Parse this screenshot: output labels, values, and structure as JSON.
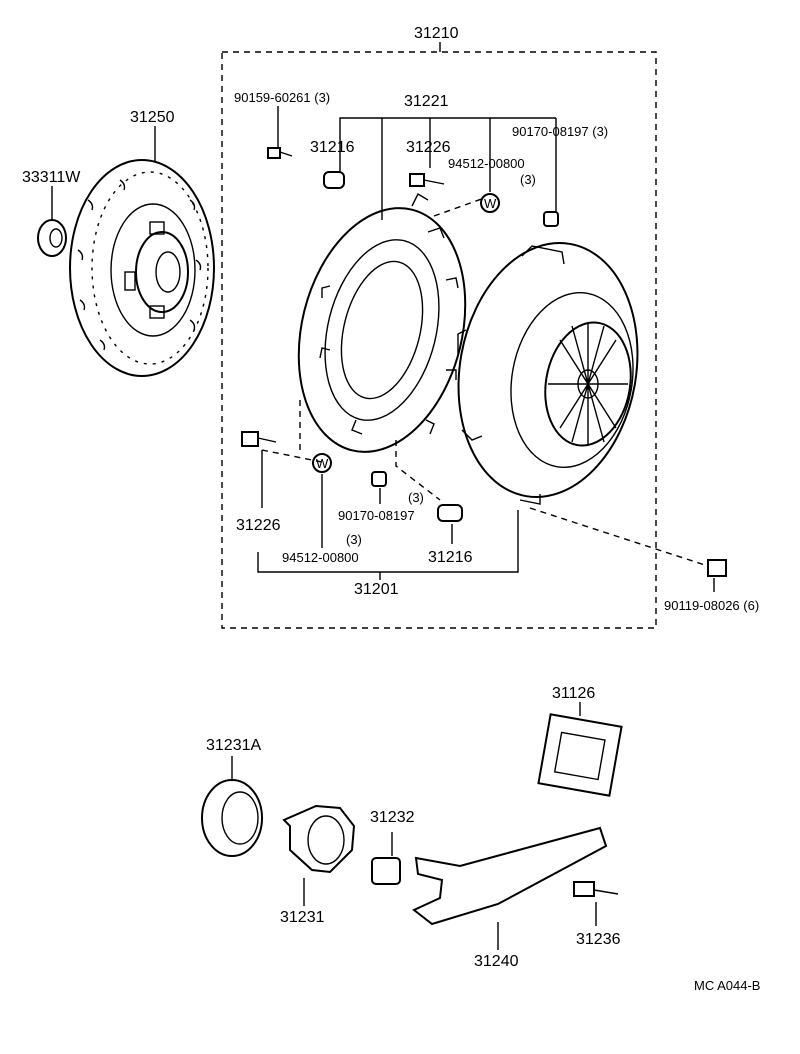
{
  "diagram": {
    "code": "MC  A044-B",
    "labels": {
      "assy": "31210",
      "disc": "31250",
      "pilot_bearing": "33311W",
      "cover_top": "31221",
      "bolt_tl": "90159-60261 (3)",
      "knock_tl": "31216",
      "bolt_tc": "31226",
      "washer_tc": "94512-00800",
      "washer_tc_qty": "(3)",
      "nut_tr": "90170-08197 (3)",
      "bolt_bl": "31226",
      "washer_bl": "(3)",
      "washer_bl_num": "94512-00800",
      "nut_b": "90170-08197",
      "nut_b_qty": "(3)",
      "knock_b": "31216",
      "cover_bottom": "31201",
      "bolt_br": "90119-08026 (6)",
      "release_bearing_assy": "31231A",
      "release_hub": "31231",
      "clip": "31232",
      "boot": "31126",
      "fork": "31240",
      "pivot": "31236"
    }
  }
}
